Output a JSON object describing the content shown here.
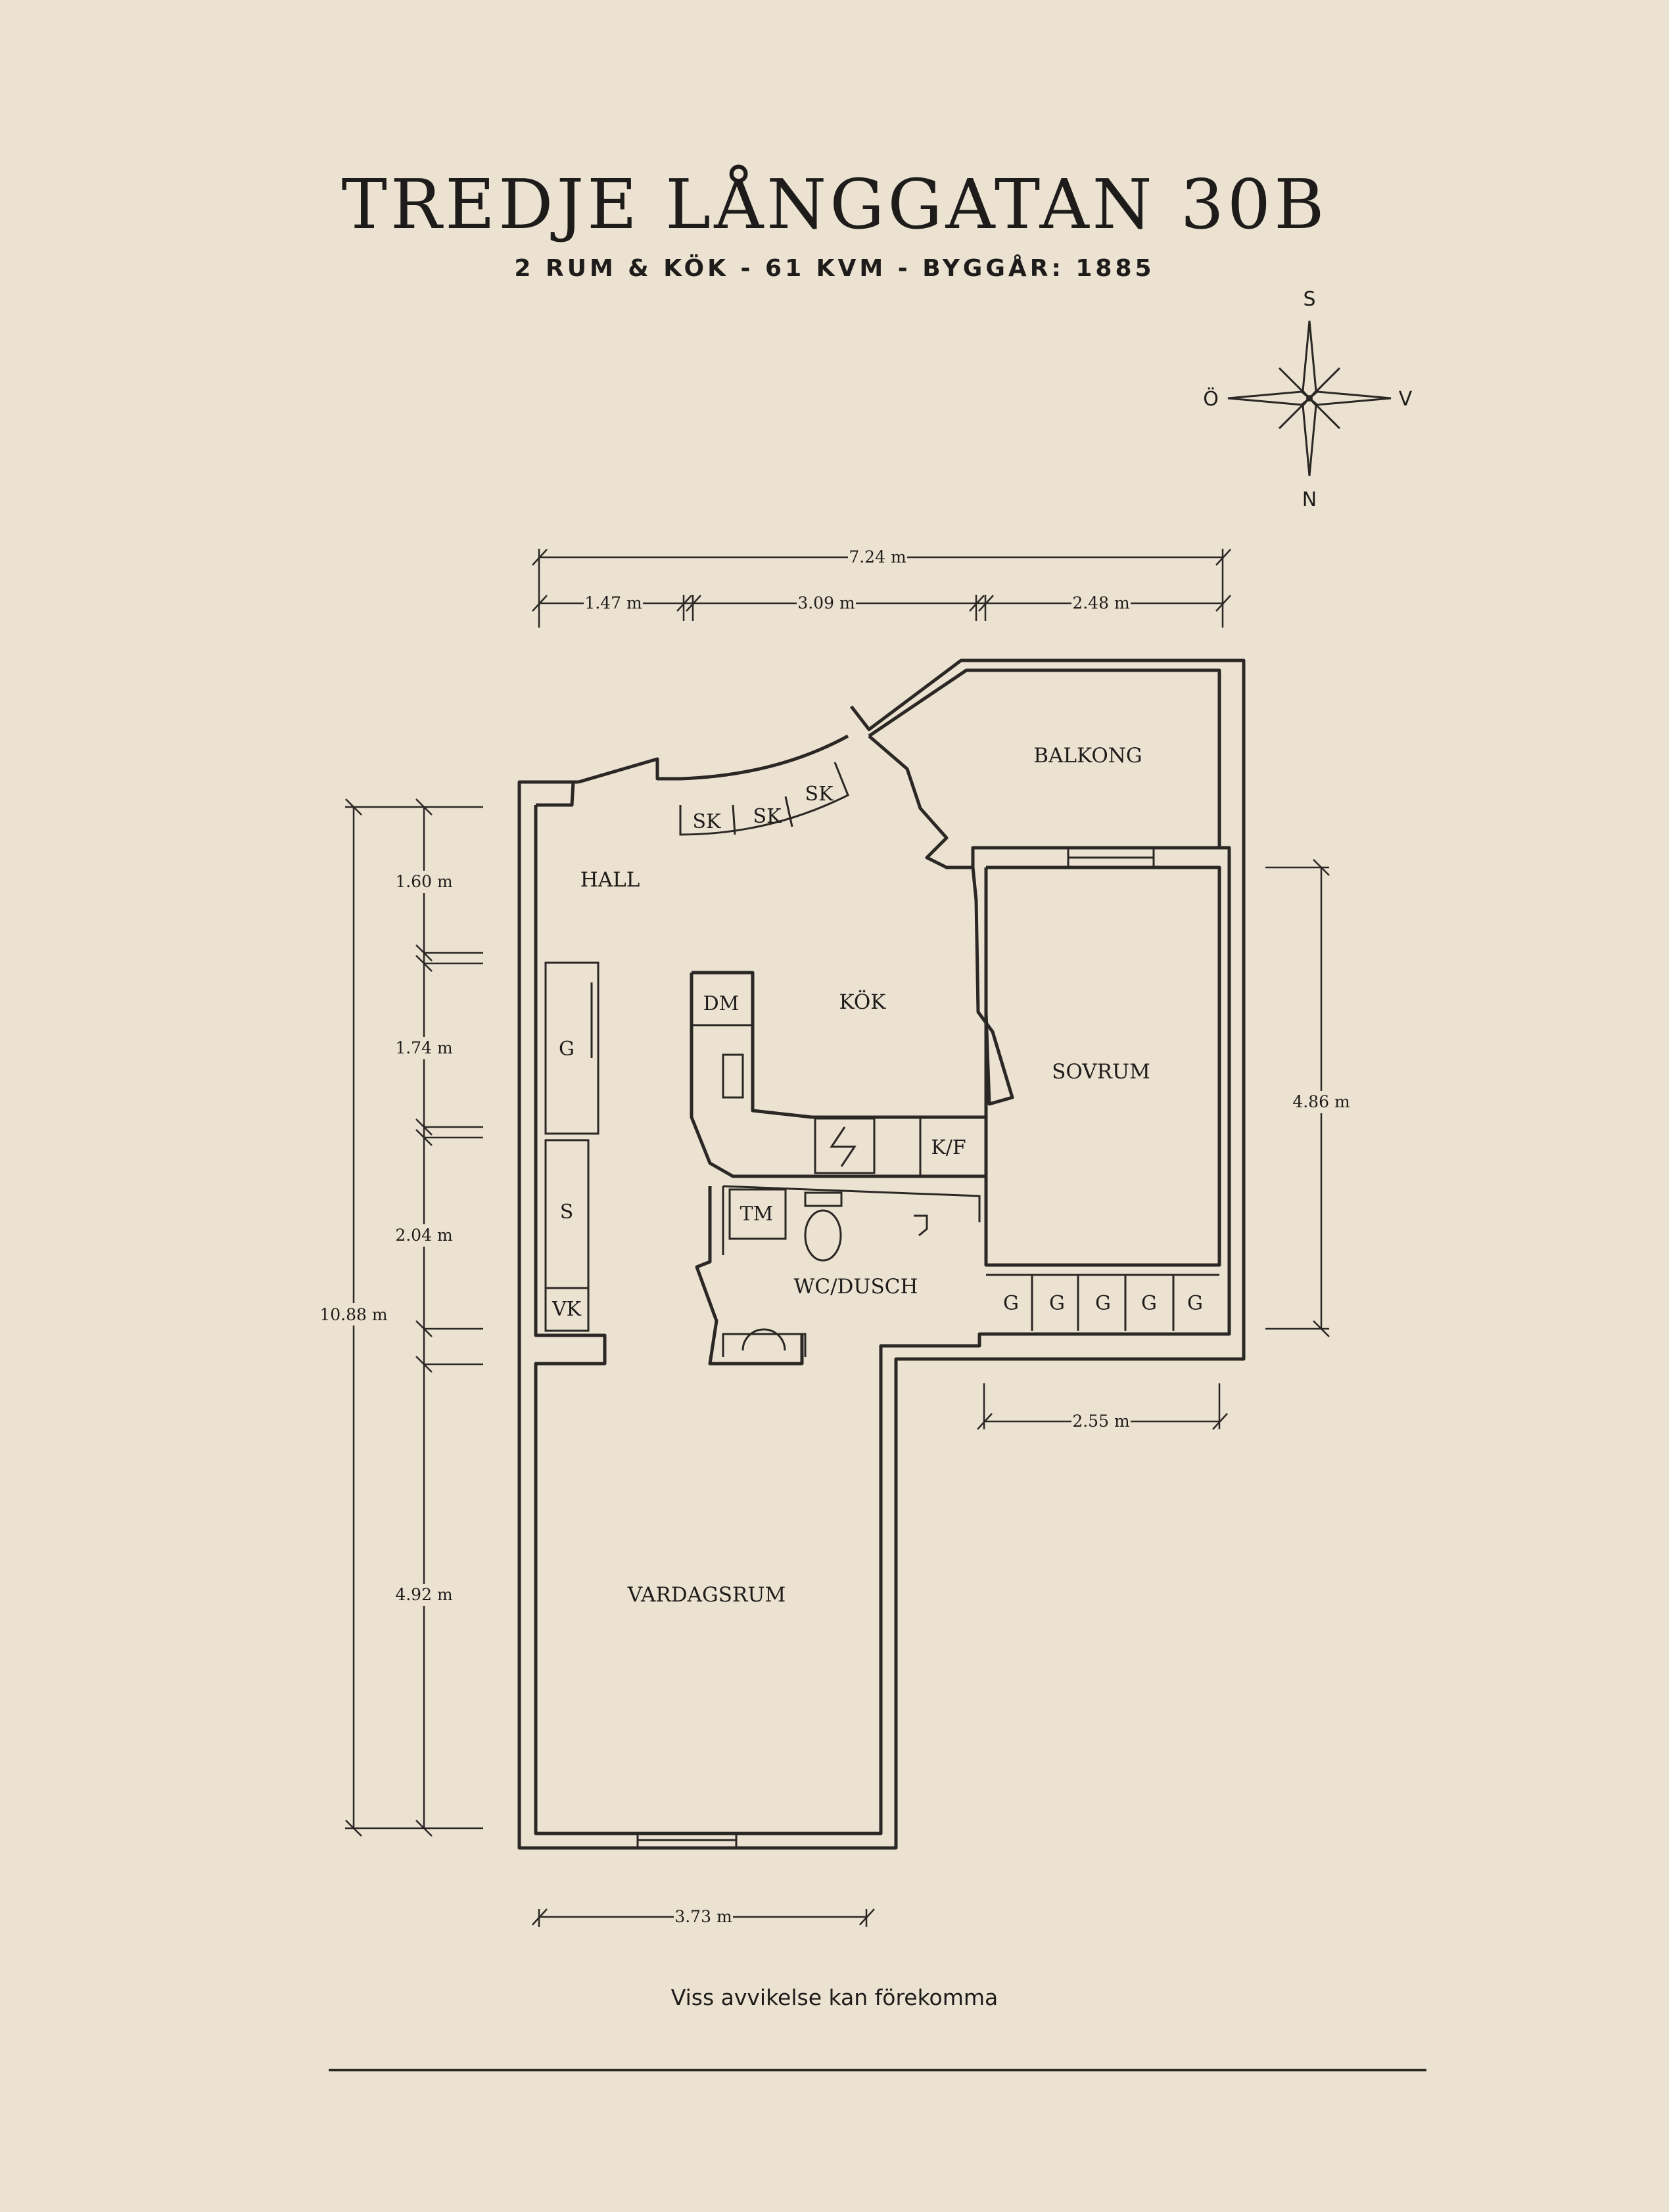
{
  "header": {
    "title": "TREDJE LÅNGGATAN 30B",
    "subtitle": "2 RUM & KÖK  -  61 KVM  -  BYGGÅR: 1885"
  },
  "compass": {
    "south": "S",
    "west": "V",
    "north": "N",
    "east": "Ö"
  },
  "rooms": {
    "hall": "HALL",
    "kok": "KÖK",
    "balkong": "BALKONG",
    "sovrum": "SOVRUM",
    "wc": "WC/DUSCH",
    "vardagsrum": "VARDAGSRUM"
  },
  "fixtures": {
    "sk1": "SK",
    "sk2": "SK",
    "sk3": "SK",
    "dm": "DM",
    "kf": "K/F",
    "tm": "TM",
    "g_hall": "G",
    "s_hall": "S",
    "vk": "VK",
    "g1": "G",
    "g2": "G",
    "g3": "G",
    "g4": "G",
    "g5": "G"
  },
  "dimensions": {
    "total_width": "7.24 m",
    "w1": "1.47 m",
    "w2": "3.09 m",
    "w3": "2.48 m",
    "total_height": "10.88 m",
    "h1": "1.60 m",
    "h2": "1.74 m",
    "h3": "2.04 m",
    "h4": "4.92 m",
    "sovrum_height": "4.86 m",
    "sovrum_width": "2.55 m",
    "vardagsrum_width": "3.73 m"
  },
  "footer": {
    "disclaimer": "Viss avvikelse kan förekomma"
  }
}
